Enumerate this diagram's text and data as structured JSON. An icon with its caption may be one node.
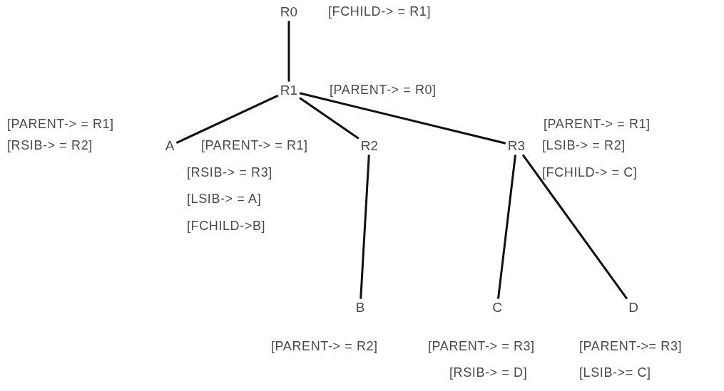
{
  "diagram": {
    "nodes": [
      {
        "text": [
          "R0"
        ],
        "beside": [
          "[FCHILD-> = R1]"
        ]
      },
      {
        "text": [
          "R1"
        ],
        "beside": [
          "[PARENT-> = R0]"
        ]
      },
      {
        "text": [
          "A"
        ],
        "beside": [
          "[PARENT-> = R1]",
          "[RSIB-> = R2]"
        ]
      },
      {
        "text": [
          "R2"
        ],
        "beside": [
          "[PARENT-> = R1]",
          "[RSIB-> = R3]",
          "[LSIB-> = A]",
          "[FCHILD->B]"
        ]
      },
      {
        "text": [
          "R3"
        ],
        "beside": [
          "[PARENT-> = R1]",
          "[LSIB-> = R2]",
          "[FCHILD-> = C]"
        ]
      },
      {
        "text": [
          "B"
        ],
        "beside": [
          "[PARENT-> = R2]"
        ]
      },
      {
        "text": [
          "C"
        ],
        "beside": [
          "[PARENT-> = R3]",
          "[RSIB-> = D]"
        ]
      },
      {
        "text": [
          "D"
        ],
        "beside": [
          "[PARENT->= R3]",
          "[LSIB->= C]"
        ]
      }
    ],
    "edges": [
      {
        "from": 0,
        "to": 1,
        "arrow": "none"
      },
      {
        "from": 1,
        "to": 2,
        "arrow": "none"
      },
      {
        "from": 1,
        "to": 3,
        "arrow": "none"
      },
      {
        "from": 1,
        "to": 4,
        "arrow": "none"
      },
      {
        "from": 3,
        "to": 5,
        "arrow": "none"
      },
      {
        "from": 4,
        "to": 6,
        "arrow": "none"
      },
      {
        "from": 4,
        "to": 7,
        "arrow": "none"
      }
    ]
  }
}
